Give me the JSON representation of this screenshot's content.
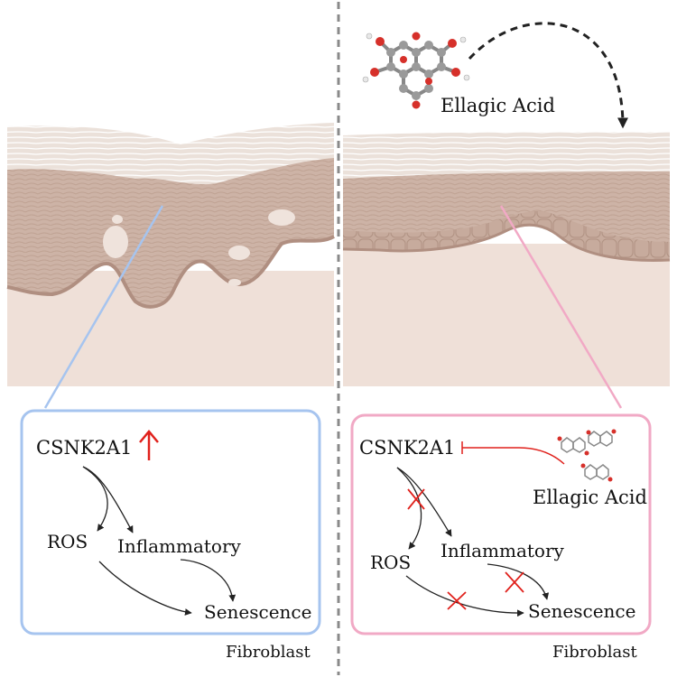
{
  "top": {
    "ellagic_label": "Ellagic Acid"
  },
  "left_panel": {
    "gene": "CSNK2A1",
    "ros": "ROS",
    "inflammatory": "Inflammatory",
    "senescence": "Senescence",
    "cell_type": "Fibroblast",
    "border_color": "#a6c4ef",
    "arrow_color": "#e0211c"
  },
  "right_panel": {
    "gene": "CSNK2A1",
    "ellagic_label": "Ellagic Acid",
    "ros": "ROS",
    "inflammatory": "Inflammatory",
    "senescence": "Senescence",
    "cell_type": "Fibroblast",
    "border_color": "#f1a9c5",
    "inhibit_color": "#e0211c"
  },
  "colors": {
    "skin_stratum": "#e9dcd4",
    "skin_epidermis": "#cdb3a6",
    "skin_basal": "#b89a8c",
    "skin_dermis": "#efe0d8",
    "divider": "#8a8a8a"
  },
  "icons": [
    "ellagic-acid-molecule-icon",
    "up-arrow-icon",
    "inhibit-bar-icon",
    "cross-mark-icon"
  ]
}
